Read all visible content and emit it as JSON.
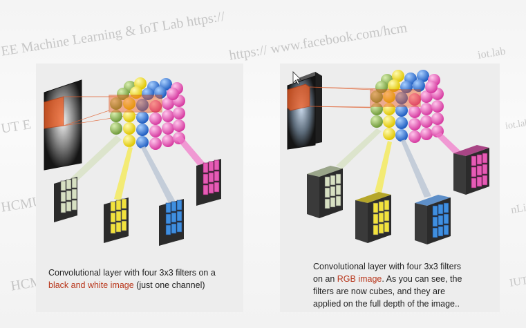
{
  "watermark": {
    "lines": [
      "EE Machine Learning & IoT Lab https://",
      "https:// www.facebook.com/hcm",
      "iot.lab",
      "UT E",
      "HCMUT",
      "HCM",
      "nLi",
      "iot.lab",
      "IUT"
    ]
  },
  "captions": {
    "left": {
      "prefix": "Convolutional layer with four 3x3 filters on a",
      "highlight": "black and white image",
      "suffix": " (just one channel)"
    },
    "right": {
      "line1": "Convolutional layer with four 3x3 filters",
      "prefix2": "on an ",
      "highlight": "RGB image",
      "suffix2": ". As you can see, the",
      "line3": "filters are now cubes, and they are",
      "line4": "applied on the full depth of the image.."
    }
  },
  "colors": {
    "highlight": "#b8361b",
    "filter_green": "#cfd8b8",
    "filter_yellow": "#f2e23c",
    "filter_blue": "#3f8fe0",
    "filter_pink": "#e65bb5",
    "orange_box": "#ef5a1e"
  }
}
